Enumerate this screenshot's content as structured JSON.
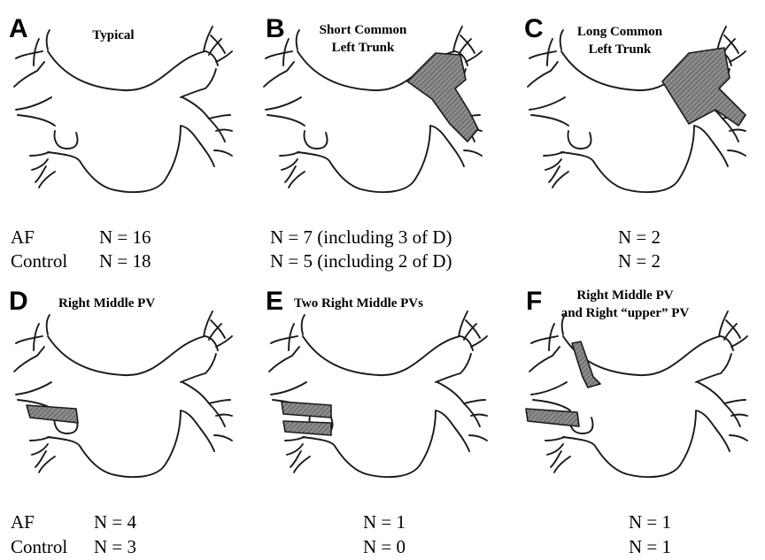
{
  "panels": [
    {
      "letter": "A",
      "title1": "Typical",
      "title2": "",
      "af": "N = 16",
      "control": "N = 18"
    },
    {
      "letter": "B",
      "title1": "Short Common",
      "title2": "Left Trunk",
      "af": "N = 7 (including 3 of D)",
      "control": "N = 5 (including 2 of D)"
    },
    {
      "letter": "C",
      "title1": "Long Common",
      "title2": "Left Trunk",
      "af": "N = 2",
      "control": "N = 2"
    },
    {
      "letter": "D",
      "title1": "Right Middle PV",
      "title2": "",
      "af": "N = 4",
      "control": "N = 3"
    },
    {
      "letter": "E",
      "title1": "Two Right Middle PVs",
      "title2": "",
      "af": "N = 1",
      "control": "N = 0"
    },
    {
      "letter": "F",
      "title1": "Right Middle PV",
      "title2": "and Right “upper” PV",
      "af": "N = 1",
      "control": "N = 1"
    }
  ],
  "row_labels": {
    "top": {
      "af": "AF",
      "control": "Control"
    },
    "bottom": {
      "af": "AF",
      "control": "Control"
    }
  }
}
